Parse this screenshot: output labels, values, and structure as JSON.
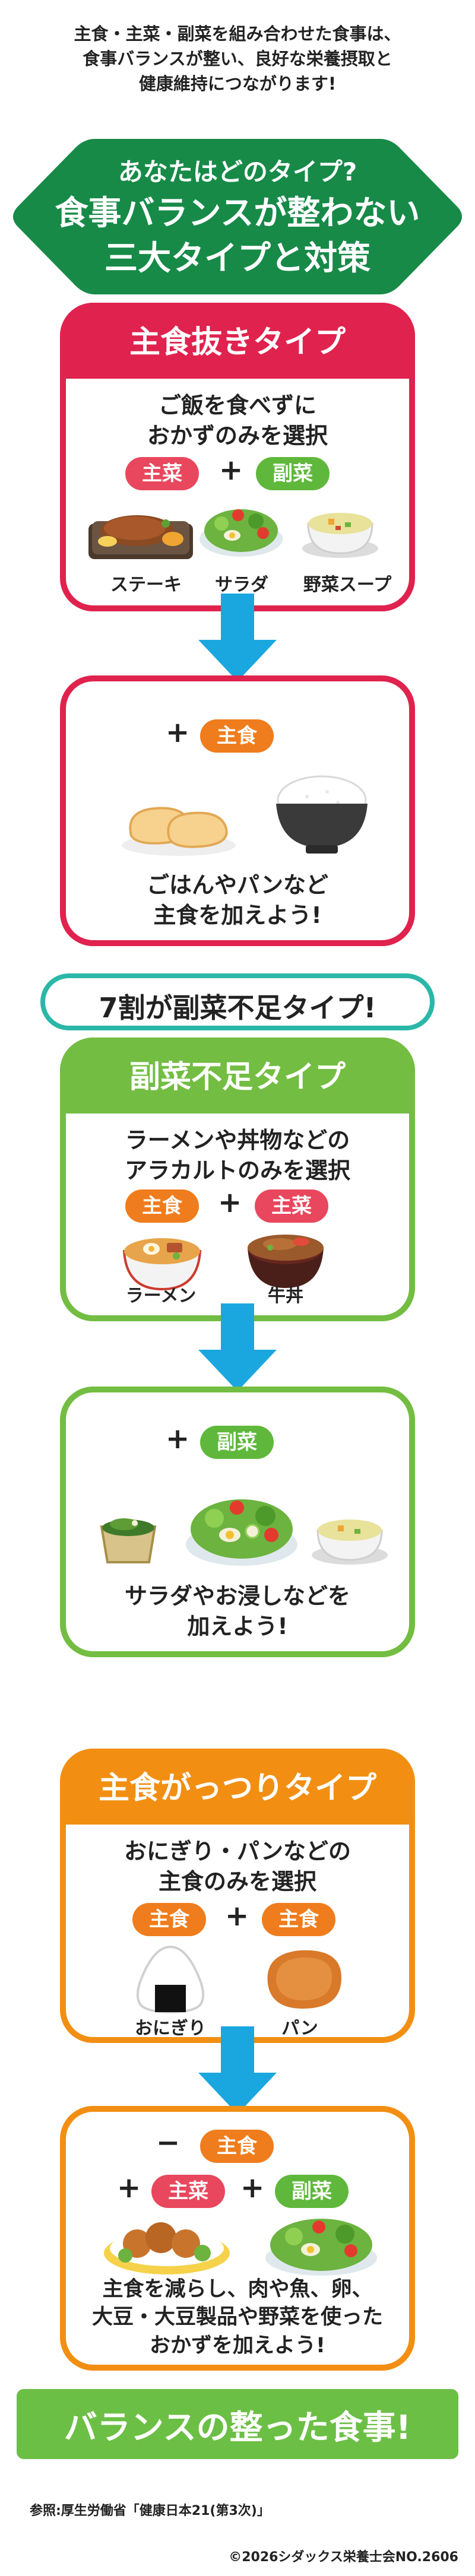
{
  "intro": {
    "line1": "主食・主菜・副菜を組み合わせた食事は、",
    "line2": "食事バランスが整い、良好な栄養摂取と",
    "line3": "健康維持につながります!"
  },
  "header": {
    "line1": "あなたはどのタイプ?",
    "line2": "食事バランスが整わない",
    "line3": "三大タイプと対策",
    "color": "#178a48"
  },
  "colors": {
    "red": "#e0224e",
    "green": "#73bd42",
    "orange": "#f28f13",
    "blue_arrow": "#1aa7df",
    "main_pill": "#e8475d",
    "side_pill": "#5fb83b",
    "staple_pill": "#ef7d1d"
  },
  "type1": {
    "title": "主食抜きタイプ",
    "desc1": "ご飯を食べずに",
    "desc2": "おかずのみを選択",
    "pill_main": "主菜",
    "pill_side": "副菜",
    "plus": "+",
    "food_steak": "ステーキ",
    "food_salad": "サラダ",
    "food_soup": "野菜スープ",
    "fix_plus": "+",
    "fix_pill": "主食",
    "fix1": "ごはんやパンなど",
    "fix2": "主食を加えよう!"
  },
  "callout": {
    "text": "7割が副菜不足タイプ!"
  },
  "type2": {
    "title": "副菜不足タイプ",
    "desc1": "ラーメンや丼物などの",
    "desc2": "アラカルトのみを選択",
    "pill_staple": "主食",
    "pill_main": "主菜",
    "plus": "+",
    "food_ramen": "ラーメン",
    "food_gyudon": "牛丼",
    "fix_plus": "+",
    "fix_pill": "副菜",
    "fix1": "サラダやお浸しなどを",
    "fix2": "加えよう!"
  },
  "type3": {
    "title": "主食がっつりタイプ",
    "desc1": "おにぎり・パンなどの",
    "desc2": "主食のみを選択",
    "pill_staple1": "主食",
    "pill_staple2": "主食",
    "plus": "+",
    "food_onigiri": "おにぎり",
    "food_pan": "パン",
    "fix_minus": "−",
    "fix_pill_staple": "主食",
    "fix_plus1": "+",
    "fix_pill_main": "主菜",
    "fix_plus2": "+",
    "fix_pill_side": "副菜",
    "fix1": "主食を減らし、肉や魚、卵、",
    "fix2": "大豆・大豆製品や野菜を使った",
    "fix3": "おかずを加えよう!"
  },
  "banner": {
    "text": "バランスの整った食事!"
  },
  "footer": {
    "reference": "参照:厚生労働省「健康日本21(第3次)」",
    "copyright": "©2026シダックス栄養士会NO.2606"
  }
}
